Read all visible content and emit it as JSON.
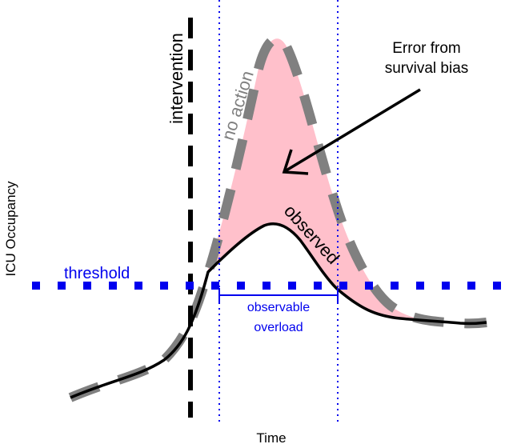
{
  "labels": {
    "y_axis": "ICU Occupancy",
    "x_axis": "Time",
    "intervention": "intervention",
    "no_action": "no action",
    "observed": "observed",
    "threshold": "threshold",
    "error_line1": "Error from",
    "error_line2": "survival bias",
    "overload_line1": "observable",
    "overload_line2": "overload"
  },
  "colors": {
    "no_action_curve": "#808080",
    "observed_curve": "#000000",
    "error_fill": "#ffc0cb",
    "threshold": "#0000ee",
    "intervention_line": "#000000",
    "window_lines": "#0000ee"
  }
}
